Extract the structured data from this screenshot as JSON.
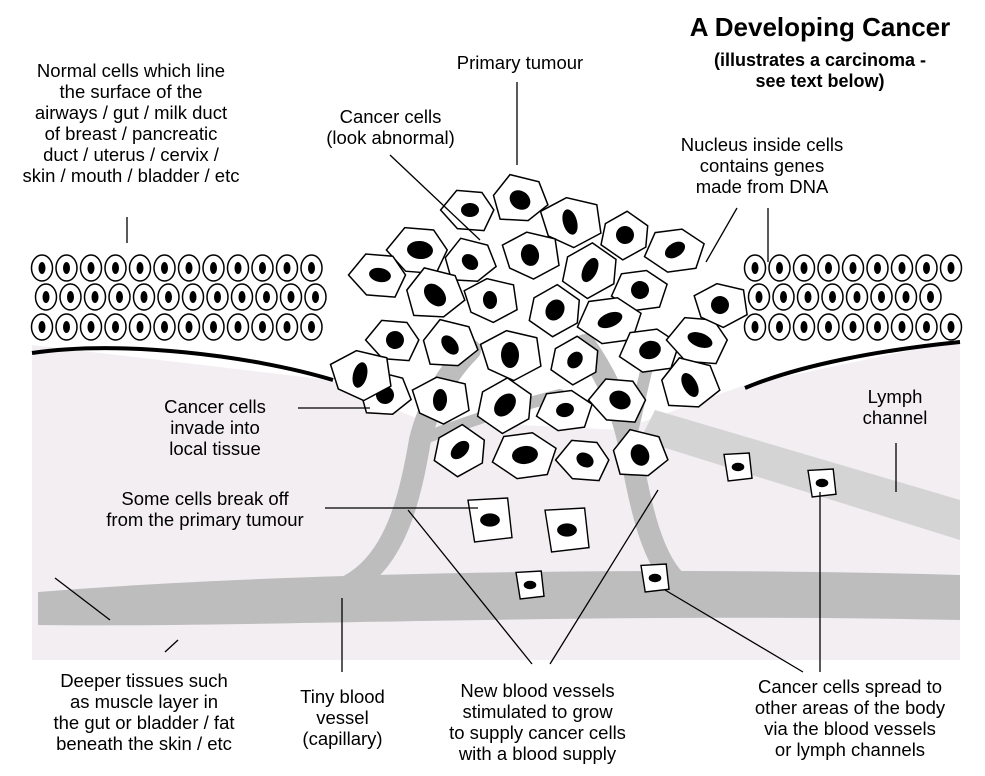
{
  "title": "A Developing Cancer",
  "subtitle": "(illustrates a carcinoma -\nsee text below)",
  "labels": {
    "normal_cells": "Normal cells which line\nthe  surface of the\nairways / gut / milk duct\nof breast / pancreatic\nduct / uterus / cervix /\nskin / mouth / bladder / etc",
    "primary_tumour": "Primary tumour",
    "cancer_cells_abnormal": "Cancer cells\n(look abnormal)",
    "nucleus": "Nucleus inside cells\ncontains genes\nmade from DNA",
    "invade": "Cancer cells\ninvade into\nlocal tissue",
    "lymph": "Lymph\nchannel",
    "break_off": "Some cells break off\nfrom the primary tumour",
    "deeper": "Deeper tissues such\nas muscle layer in\nthe gut or bladder / fat\nbeneath the skin / etc",
    "capillary": "Tiny blood\nvessel\n(capillary)",
    "new_vessels": "New blood vessels\nstimulated to grow\nto supply cancer cells\nwith a blood supply",
    "spread": "Cancer cells spread to\nother areas of the body\nvia  the blood vessels\nor lymph channels"
  },
  "colors": {
    "tissue": "#f2eef2",
    "vessel": "#bdbdbd",
    "lymph": "#d4d4d4",
    "ink": "#000000"
  }
}
